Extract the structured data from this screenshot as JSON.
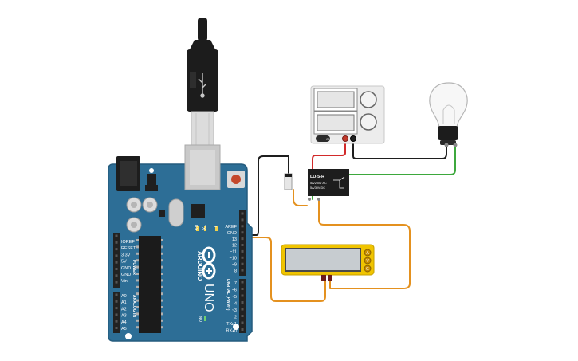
{
  "arduino": {
    "brand": "ARDUINO",
    "model": "UNO",
    "on_label": "ON",
    "tx_label": "TX",
    "rx_label": "RX",
    "l_label": "L",
    "power_title": "POWER",
    "analog_title": "ANALOG IN",
    "digital_title": "DIGITAL (PWM~)",
    "power_pins": [
      "IOREF",
      "RESET",
      "3.3V",
      "5V",
      "GND",
      "GND",
      "Vin"
    ],
    "analog_pins": [
      "A0",
      "A1",
      "A2",
      "A3",
      "A4",
      "A5"
    ],
    "digital_top": [
      "AREF",
      "GND",
      "13",
      "12",
      "~11",
      "~10",
      "~9",
      "8"
    ],
    "digital_bottom": [
      "7",
      "~6",
      "~5",
      "4",
      "~3",
      "2",
      "TX▸1",
      "RX◂0"
    ],
    "colors": {
      "board": "#2d6e96",
      "header": "#222222",
      "text": "#ffffff"
    }
  },
  "relay": {
    "part_label": "LU-5-R",
    "rating_ac": "5A/250V AC",
    "rating_dc": "5A/30V  DC"
  },
  "power_supply": {
    "on_label": "ON"
  },
  "lcd": {
    "pin_labels": [
      "A",
      "V",
      "G"
    ]
  },
  "wires": {
    "black": "#1e1e1e",
    "red": "#d22a2a",
    "green": "#3da83d",
    "orange": "#e4911f"
  }
}
